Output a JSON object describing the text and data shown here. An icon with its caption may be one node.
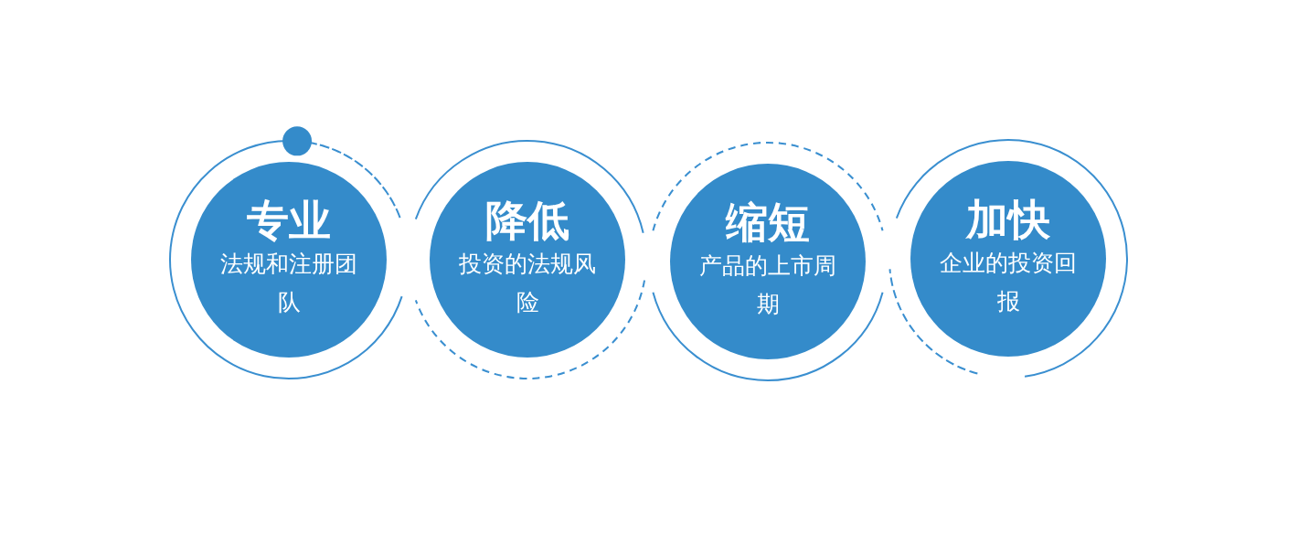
{
  "diagram": {
    "nodes": [
      {
        "text": [
          "专业",
          "法规和注册团队"
        ]
      },
      {
        "text": [
          "降低",
          "投资的法规风险"
        ]
      },
      {
        "text": [
          "缩短",
          "产品的上市周期"
        ]
      },
      {
        "text": [
          "加快",
          "企业的投资回报"
        ]
      }
    ]
  }
}
